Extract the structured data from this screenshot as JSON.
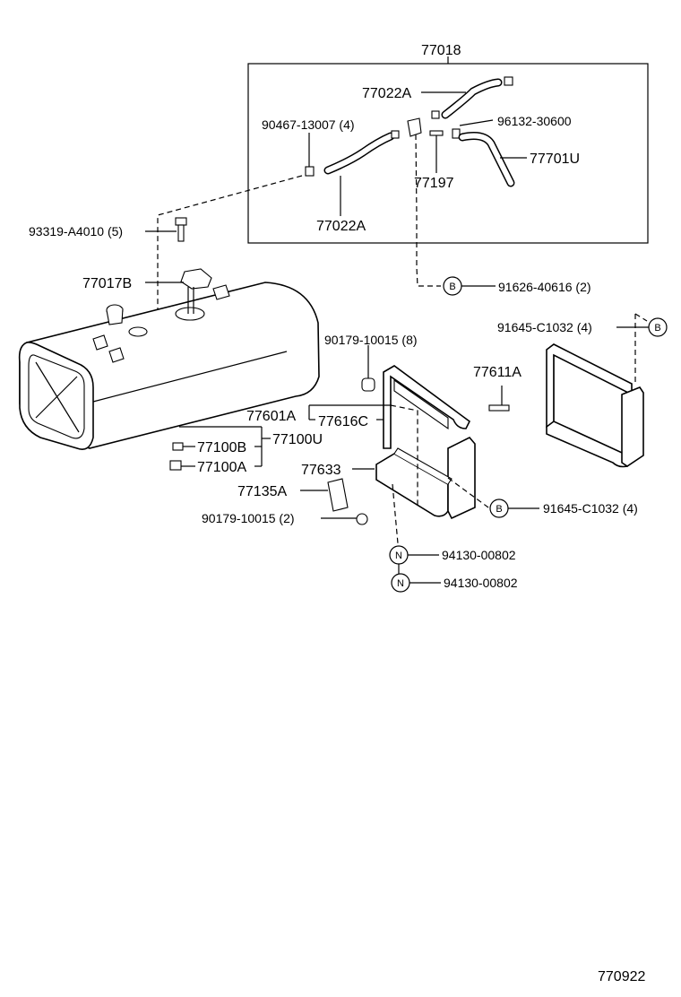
{
  "callouts": {
    "c77018": "77018",
    "c77022A_top": "77022A",
    "c90467": "90467-13007 (4)",
    "c96132": "96132-30600",
    "c77701U": "77701U",
    "c77197": "77197",
    "c77022A_bottom": "77022A",
    "c93319": "93319-A4010 (5)",
    "c77017B": "77017B",
    "c91626": "91626-40616 (2)",
    "c91645_top": "91645-C1032 (4)",
    "c90179_8": "90179-10015 (8)",
    "c77611A": "77611A",
    "c77601A": "77601A",
    "c77616C": "77616C",
    "c77100B": "77100B",
    "c77100U": "77100U",
    "c77100A": "77100A",
    "c77633": "77633",
    "c77135A": "77135A",
    "c90179_2": "90179-10015 (2)",
    "c91645_bottom": "91645-C1032 (4)",
    "c94130_a": "94130-00802",
    "c94130_b": "94130-00802",
    "diagram_code": "770922"
  },
  "markers": {
    "b1": "B",
    "b2": "B",
    "b3": "B",
    "n1": "N",
    "n2": "N"
  }
}
